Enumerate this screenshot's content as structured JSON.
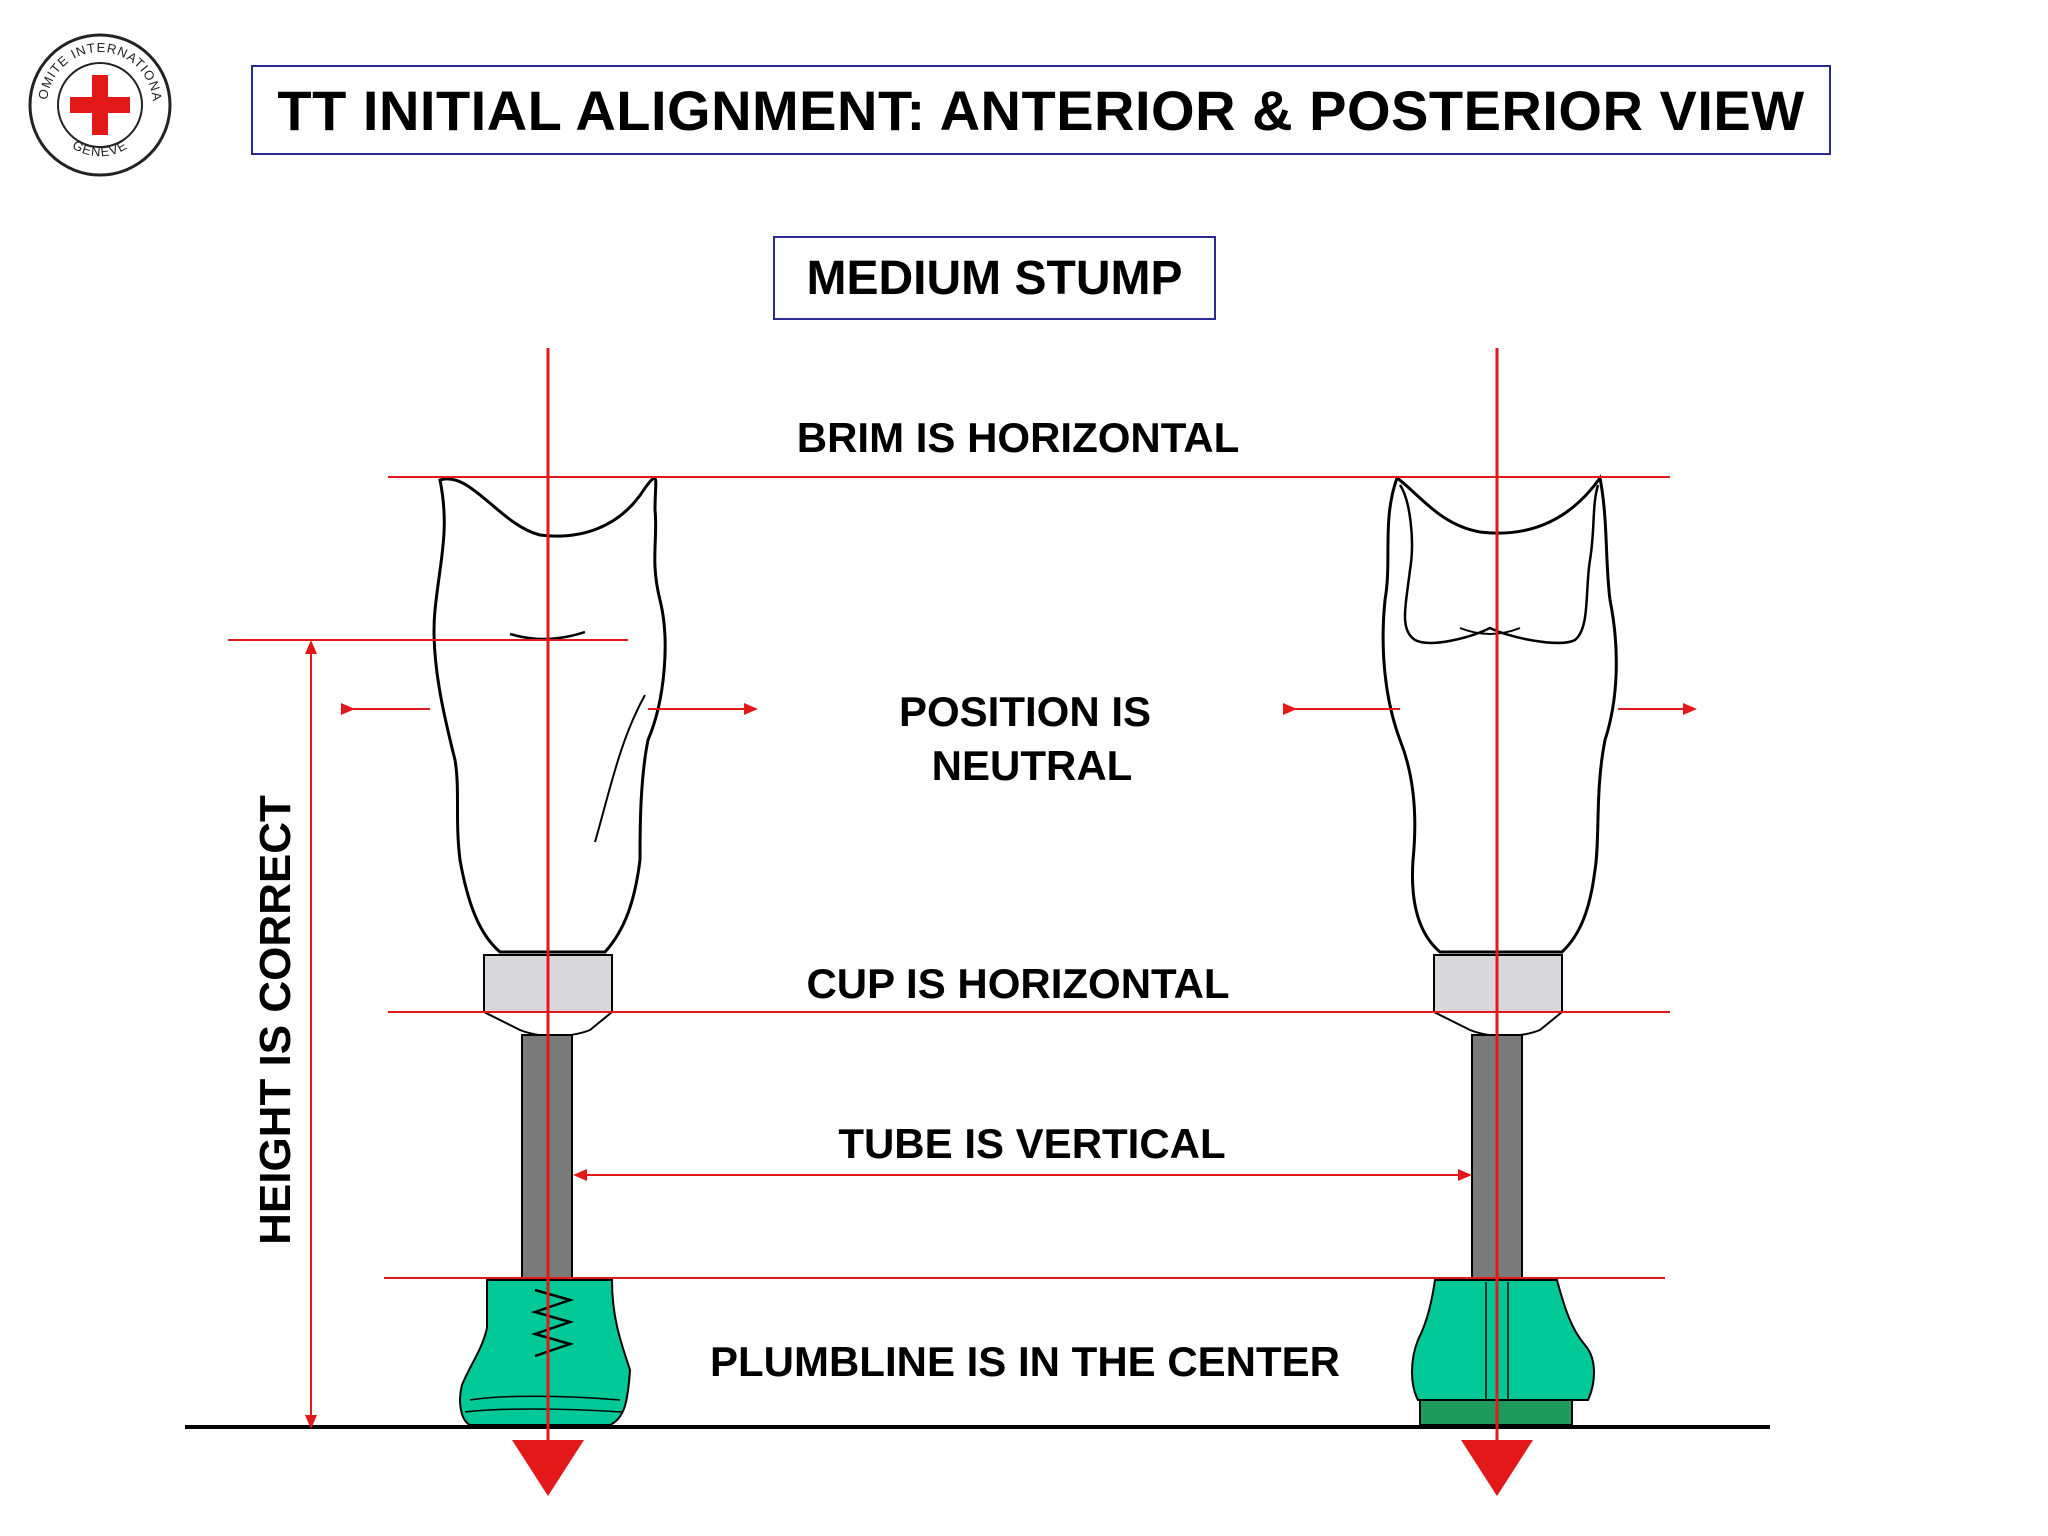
{
  "title": "TT INITIAL ALIGNMENT: ANTERIOR & POSTERIOR VIEW",
  "subtitle": "MEDIUM STUMP",
  "logo": {
    "top_text": "COMITE INTERNATIONAL",
    "bottom_text": "GENEVE",
    "icon": "red-cross-icon"
  },
  "labels": {
    "brim": "BRIM IS HORIZONTAL",
    "position_line1": "POSITION IS",
    "position_line2": "NEUTRAL",
    "cup": "CUP IS HORIZONTAL",
    "tube": "TUBE IS VERTICAL",
    "plumbline": "PLUMBLINE IS IN THE CENTER",
    "height": "HEIGHT IS CORRECT"
  },
  "colors": {
    "line": "#e31919",
    "foot": "#00c896",
    "tube": "#7a7a7a",
    "cup": "#d8d8dc",
    "frame": "#2b2b8f"
  }
}
